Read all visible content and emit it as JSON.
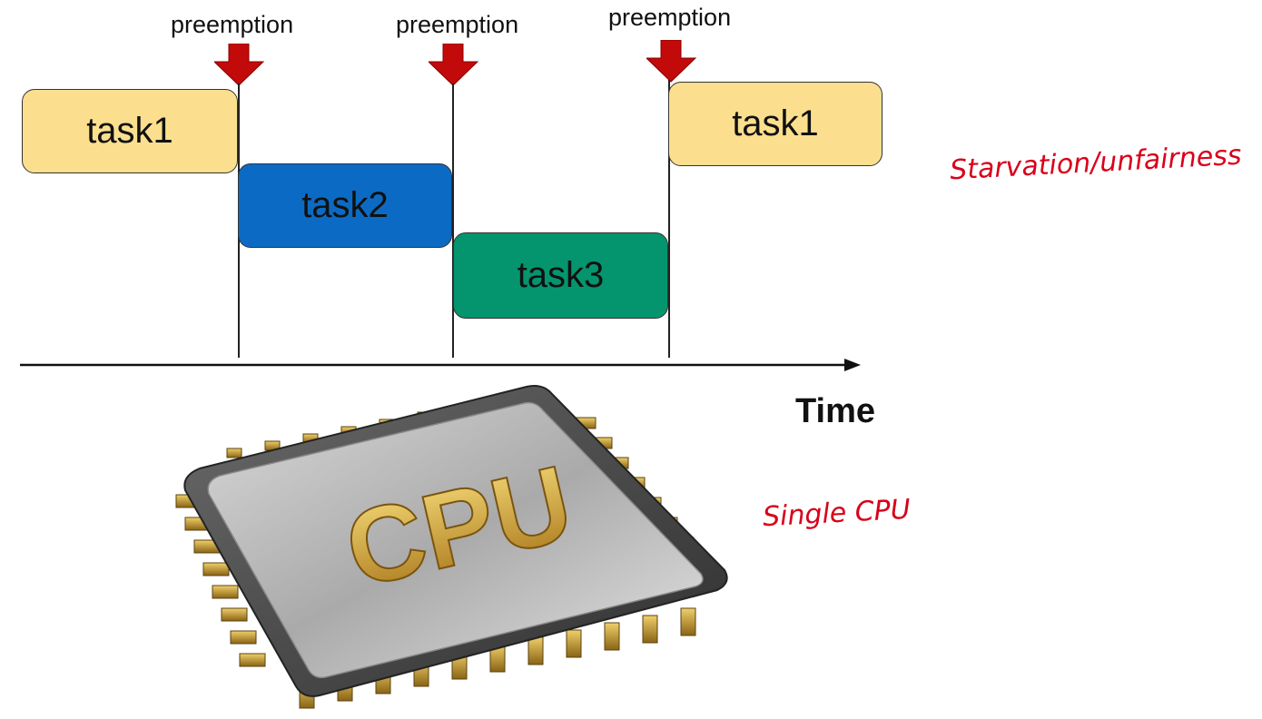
{
  "preemption_labels": [
    "preemption",
    "preemption",
    "preemption"
  ],
  "tasks": [
    {
      "label": "task1",
      "color": "#fbdf8e"
    },
    {
      "label": "task2",
      "color": "#0b6bc4"
    },
    {
      "label": "task3",
      "color": "#04956f"
    },
    {
      "label": "task1",
      "color": "#fbdf8e"
    }
  ],
  "axis": {
    "label": "Time"
  },
  "cpu": {
    "chip_text": "CPU"
  },
  "notes": {
    "starvation": "Starvation/unfairness",
    "single_cpu": "Single CPU"
  },
  "colors": {
    "arrow": "#c20a0a",
    "handwriting": "#d9001a"
  }
}
